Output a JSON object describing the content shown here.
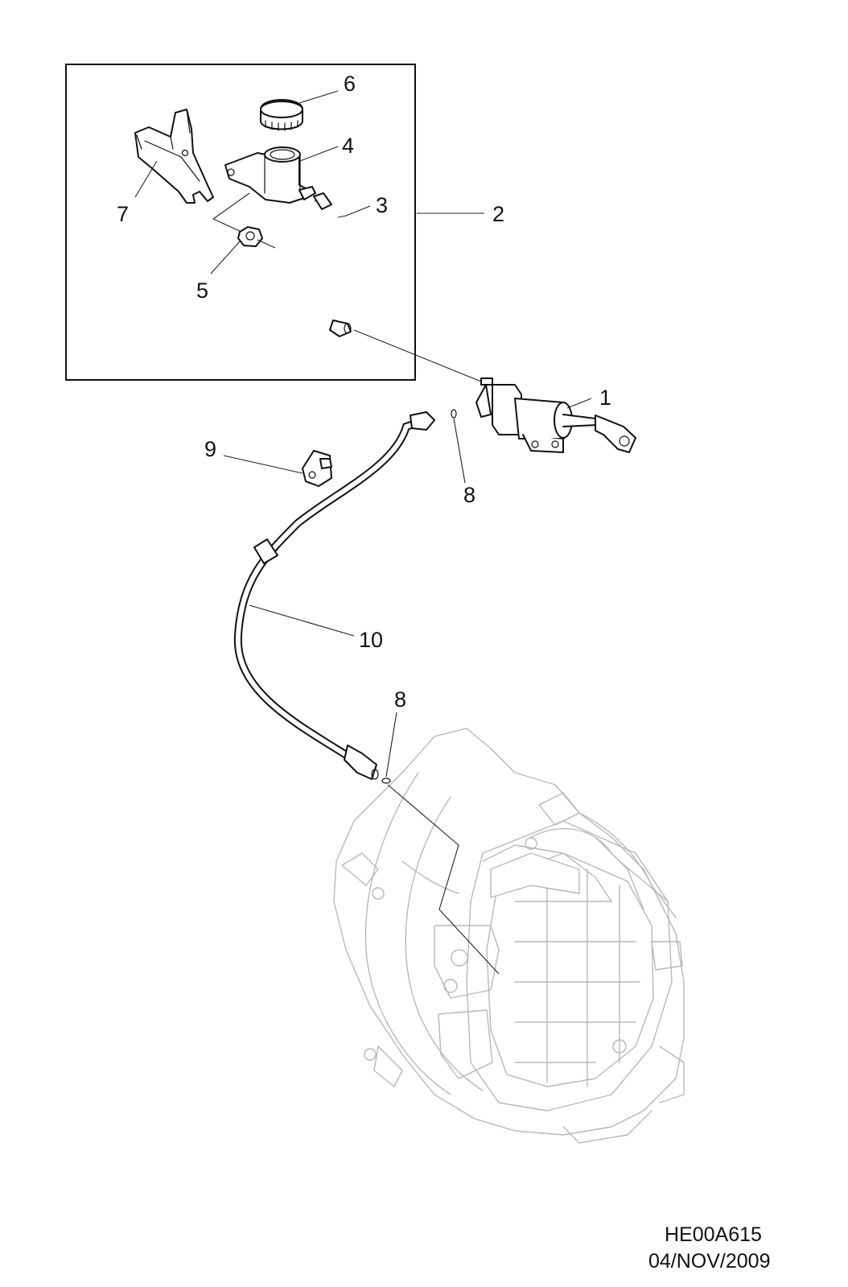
{
  "callouts": [
    {
      "id": "1",
      "label": "1"
    },
    {
      "id": "2",
      "label": "2"
    },
    {
      "id": "3",
      "label": "3"
    },
    {
      "id": "4",
      "label": "4"
    },
    {
      "id": "5",
      "label": "5"
    },
    {
      "id": "6",
      "label": "6"
    },
    {
      "id": "7",
      "label": "7"
    },
    {
      "id": "8a",
      "label": "8"
    },
    {
      "id": "8b",
      "label": "8"
    },
    {
      "id": "9",
      "label": "9"
    },
    {
      "id": "10",
      "label": "10"
    }
  ],
  "footer": {
    "drawing_code": "HE00A615",
    "date": "04/NOV/2009"
  },
  "colors": {
    "line": "#111111",
    "ghost": "#b8b8b8",
    "background": "#ffffff"
  }
}
